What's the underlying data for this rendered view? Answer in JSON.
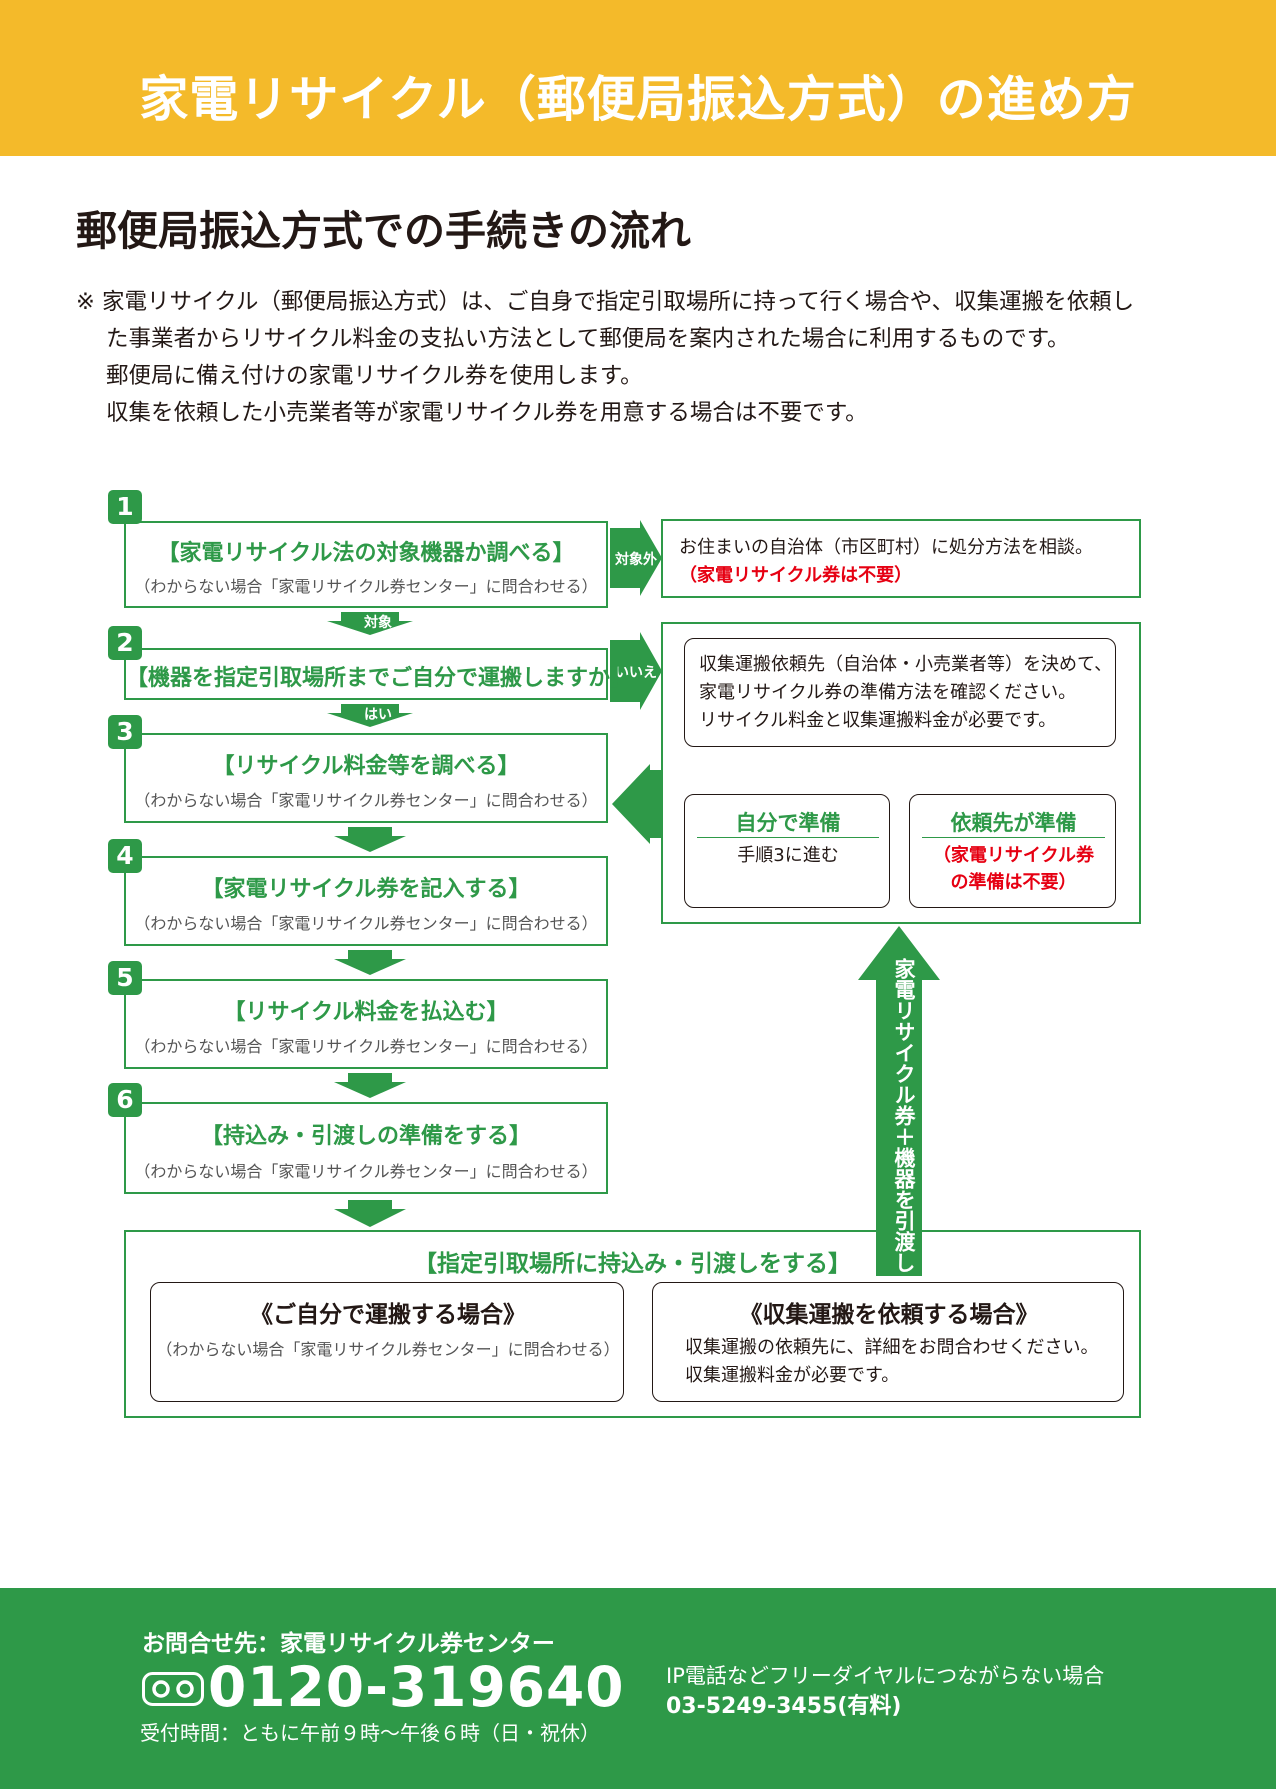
{
  "header": {
    "title": "家電リサイクル（郵便局振込方式）の進め方"
  },
  "section": {
    "title": "郵便局振込方式での手続きの流れ"
  },
  "notes": {
    "mark": "※",
    "line1": "家電リサイクル（郵便局振込方式）は、ご自身で指定引取場所に持って行く場合や、収集運搬を依頼し",
    "line2": "た事業者からリサイクル料金の支払い方法として郵便局を案内された場合に利用するものです。",
    "line3": "郵便局に備え付けの家電リサイクル券を使用します。",
    "line4": "収集を依頼した小売業者等が家電リサイクル券を用意する場合は不要です。"
  },
  "steps": [
    {
      "number": "1",
      "title": "【家電リサイクル法の対象機器か調べる】",
      "sub": "（わからない場合「家電リサイクル券センター」に問合わせる）"
    },
    {
      "number": "2",
      "title": "【機器を指定引取場所までご自分で運搬しますか】",
      "sub": ""
    },
    {
      "number": "3",
      "title": "【リサイクル料金等を調べる】",
      "sub": "（わからない場合「家電リサイクル券センター」に問合わせる）"
    },
    {
      "number": "4",
      "title": "【家電リサイクル券を記入する】",
      "sub": "（わからない場合「家電リサイクル券センター」に問合わせる）"
    },
    {
      "number": "5",
      "title": "【リサイクル料金を払込む】",
      "sub": "（わからない場合「家電リサイクル券センター」に問合わせる）"
    },
    {
      "number": "6",
      "title": "【持込み・引渡しの準備をする】",
      "sub": "（わからない場合「家電リサイクル券センター」に問合わせる）"
    }
  ],
  "connectors": {
    "taisho": "対象",
    "hai": "はい",
    "taishogai": "対象外",
    "iie": "いいえ"
  },
  "outside": {
    "line1": "お住まいの自治体（市区町村）に処分方法を相談。",
    "line2": "（家電リサイクル券は不要）"
  },
  "collection": {
    "line1": "収集運搬依頼先（自治体・小売業者等）を決めて、",
    "line2": "家電リサイクル券の準備方法を確認ください。",
    "line3": "リサイクル料金と収集運搬料金が必要です。",
    "self_title": "自分で準備",
    "self_sub": "手順3に進む",
    "agent_title": "依頼先が準備",
    "agent_sub1": "（家電リサイクル券",
    "agent_sub2": "の準備は不要）"
  },
  "vertical_arrow": "家電リサイクル券＋機器を引渡し",
  "final": {
    "title": "【指定引取場所に持込み・引渡しをする】",
    "left_title": "《ご自分で運搬する場合》",
    "left_sub": "（わからない場合「家電リサイクル券センター」に問合わせる）",
    "right_title": "《収集運搬を依頼する場合》",
    "right_line1": "収集運搬の依頼先に、詳細をお問合わせください。",
    "right_line2": "収集運搬料金が必要です。"
  },
  "footer": {
    "contact": "お問合せ先：家電リサイクル券センター",
    "phone": "0120-319640",
    "hours": "受付時間：ともに午前９時〜午後６時（日・祝休）",
    "ip_note": "IP電話などフリーダイヤルにつながらない場合",
    "alt_phone": "03-5249-3455(有料)"
  },
  "colors": {
    "banner": "#f4ba2a",
    "green": "#2e9948",
    "red": "#e60012"
  }
}
